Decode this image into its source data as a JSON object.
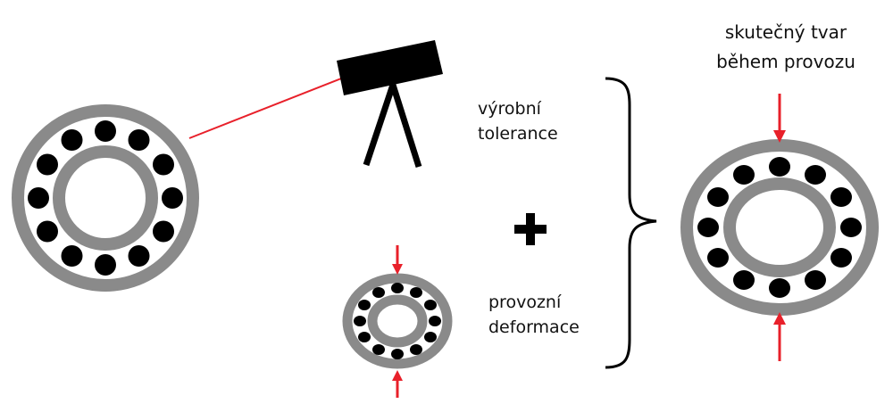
{
  "labels": {
    "manufacturing_tolerance": [
      "výrobní",
      "tolerance"
    ],
    "operational_deformation": [
      "provozní",
      "deformace"
    ],
    "actual_shape": [
      "skutečný tvar",
      "během provozu"
    ],
    "plus": "+"
  },
  "colors": {
    "ring": "#8a8a8a",
    "ball": "#000000",
    "arrow": "#e8202a",
    "laser": "#e8202a",
    "device": "#000000",
    "text": "#111111"
  },
  "icons": {
    "measuring_device": "laser-scanner-on-tripod-icon",
    "force_arrow": "red-arrow-icon"
  }
}
